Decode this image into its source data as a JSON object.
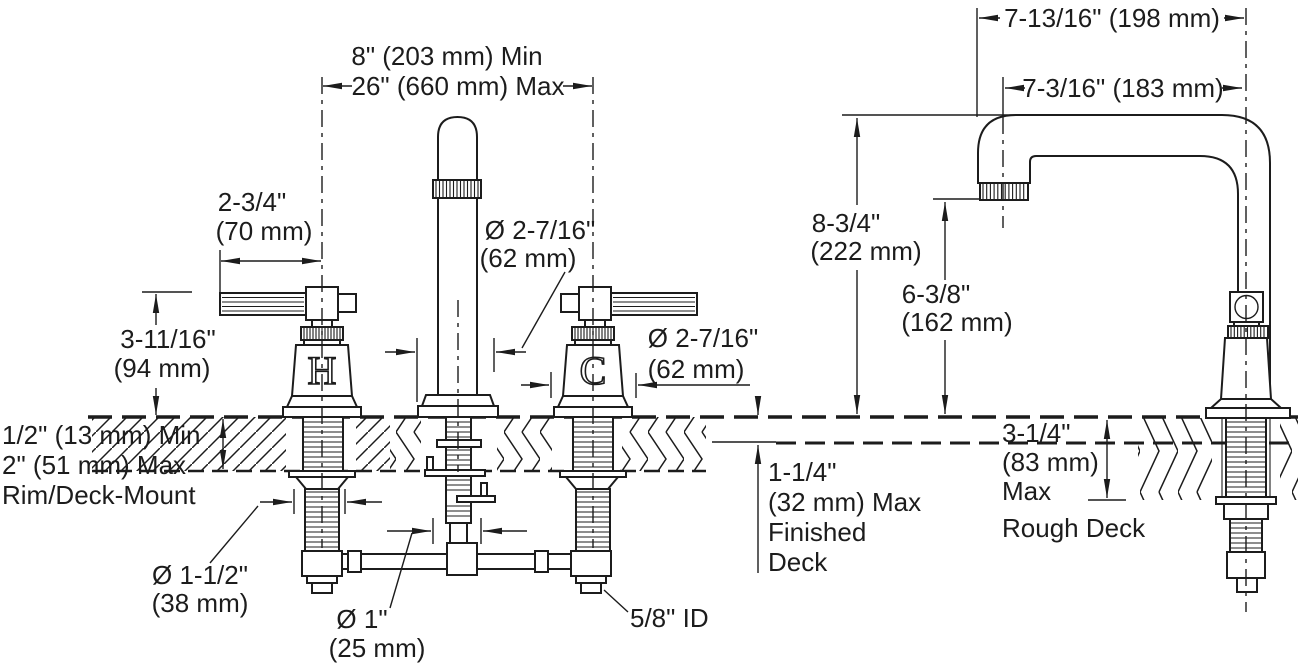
{
  "drawing": {
    "colors": {
      "line": "#1c1c1c",
      "background": "#ffffff"
    },
    "front_view": {
      "spread": {
        "min": "8\" (203 mm) Min",
        "max": "26\" (660 mm) Max"
      },
      "handle_length": {
        "in": "2-3/4\"",
        "mm": "(70 mm)"
      },
      "handle_height": {
        "in": "3-11/16\"",
        "mm": "(94 mm)"
      },
      "deck_mount": {
        "line1": "1/2\" (13 mm) Min",
        "line2": "2\" (51 mm) Max",
        "line3": "Rim/Deck-Mount"
      },
      "spout_base_dia": {
        "in": "Ø 2-7/16\"",
        "mm": "(62 mm)"
      },
      "handle_base_dia": {
        "in": "Ø 2-7/16\"",
        "mm": "(62 mm)"
      },
      "escutcheon_dia": {
        "in": "Ø 1-1/2\"",
        "mm": "(38 mm)"
      },
      "pipe_dia": {
        "in": "Ø 1\"",
        "mm": "(25 mm)"
      },
      "supply_id": "5/8\" ID",
      "hot_label": "H",
      "cold_label": "C"
    },
    "side_view": {
      "reach_overall": "7-13/16\" (198 mm)",
      "reach_spout": "7-3/16\" (183 mm)",
      "height_overall": {
        "in": "8-3/4\"",
        "mm": "(222 mm)"
      },
      "height_spout": {
        "in": "6-3/8\"",
        "mm": "(162 mm)"
      },
      "finished_deck": {
        "line1": "1-1/4\"",
        "line2": "(32 mm) Max",
        "line3": "Finished",
        "line4": "Deck"
      },
      "rough_deck": {
        "line1": "3-1/4\"",
        "line2": "(83 mm)",
        "line3": "Max",
        "line4": "Rough Deck"
      }
    }
  }
}
